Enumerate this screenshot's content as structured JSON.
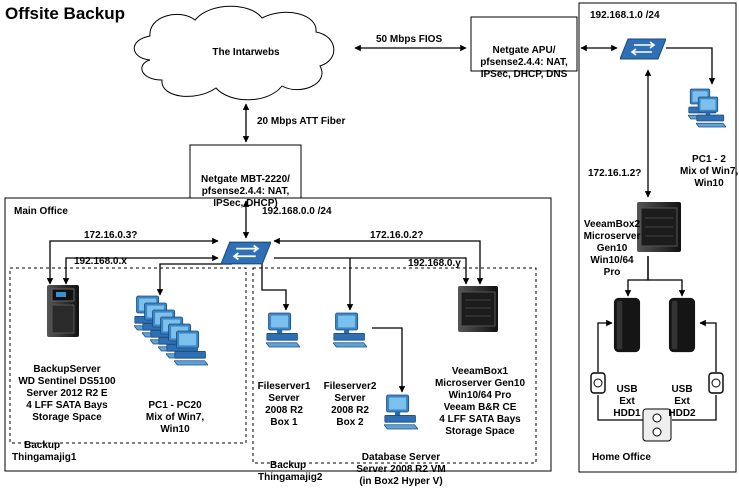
{
  "title": "Offsite Backup",
  "cloud": {
    "label": "The Intarwebs"
  },
  "links": {
    "fios": "50 Mbps FIOS",
    "att": "20 Mbps ATT Fiber"
  },
  "netgate_apu": {
    "lines": [
      "Netgate APU/",
      "pfsense2.4.4: NAT,",
      "IPSec, DHCP, DNS"
    ]
  },
  "netgate_mbt": {
    "lines": [
      "Netgate MBT-2220/",
      "pfsense2.4.4: NAT,",
      "IPSec, DHCP)"
    ]
  },
  "main_office": {
    "label": "Main Office",
    "subnet": "192.168.0.0 /24",
    "ip_backup_a": "172.16.0.3?",
    "ip_backup_b": "192.168.0.x",
    "ip_veeam_a": "172.16.0.2?",
    "ip_veeam_b": "192.168.0.y"
  },
  "backup_server": {
    "lines": [
      "BackupServer",
      "WD Sentinel DS5100",
      "Server 2012 R2 E",
      "4 LFF SATA Bays",
      "Storage Space"
    ]
  },
  "pcs_main": {
    "lines": [
      "PC1 - PC20",
      "Mix of Win7,",
      "Win10"
    ]
  },
  "group1": {
    "lines": [
      "Backup",
      "Thingamajig1"
    ]
  },
  "fileserver1": {
    "lines": [
      "Fileserver1",
      "Server",
      "2008 R2",
      "Box 1"
    ]
  },
  "fileserver2": {
    "lines": [
      "Fileserver2",
      "Server",
      "2008 R2",
      "Box 2"
    ]
  },
  "db_server": {
    "lines": [
      "Database Server",
      "Server 2008 R2 VM",
      "(in Box2 Hyper V)"
    ]
  },
  "veeambox1": {
    "lines": [
      "VeeamBox1",
      "Microserver Gen10",
      "Win10/64 Pro",
      "Veeam B&R CE",
      "4 LFF SATA Bays",
      "Storage Space"
    ]
  },
  "group2": {
    "lines": [
      "Backup",
      "Thingamajig2"
    ]
  },
  "home_office": {
    "label": "Home Office",
    "subnet": "192.168.1.0 /24",
    "ip_veeam2": "172.16.1.2?"
  },
  "pcs_home": {
    "lines": [
      "PC1 - 2",
      "Mix of Win7,",
      "Win10"
    ]
  },
  "veeambox2": {
    "lines": [
      "VeeamBox2",
      "Microserver",
      "Gen10",
      "Win10/64",
      "Pro"
    ]
  },
  "usb1": {
    "lines": [
      "USB",
      "Ext",
      "HDD1"
    ]
  },
  "usb2": {
    "lines": [
      "USB",
      "Ext",
      "HDD2"
    ]
  },
  "colors": {
    "switch": "#2f6fb3",
    "pc": "#4a90c8",
    "server": "#222222"
  }
}
